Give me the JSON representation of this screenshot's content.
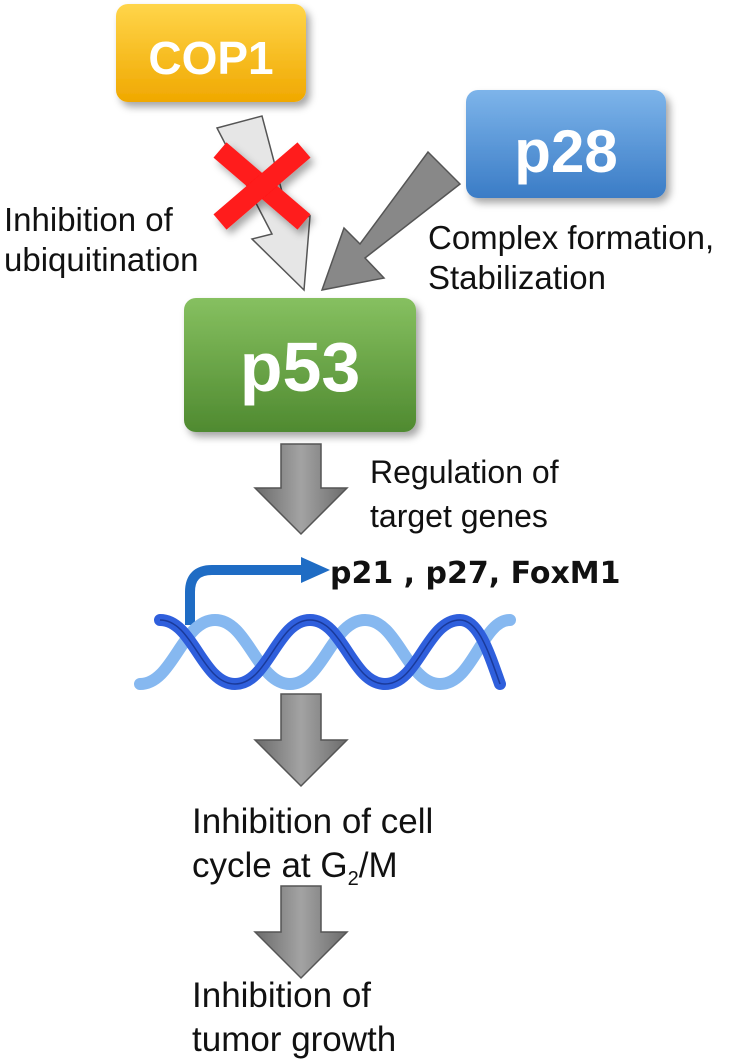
{
  "nodes": {
    "cop1": "COP1",
    "p28": "p28",
    "p53": "p53"
  },
  "labels": {
    "inhibition_ubiquitination": [
      "Inhibition of",
      "ubiquitination"
    ],
    "complex_formation": [
      "Complex formation,",
      "Stabilization"
    ],
    "regulation": [
      "Regulation of",
      "target genes"
    ],
    "target_genes": "p21 , p27, FoxM1",
    "cell_cycle": {
      "line1": "Inhibition of cell",
      "line2_prefix": "cycle at G",
      "line2_sub": "2",
      "line2_suffix": "/M"
    },
    "tumor_growth": [
      "Inhibition of",
      "tumor growth"
    ]
  },
  "colors": {
    "cop1": "#f5b800",
    "p28": "#4a8fd6",
    "p53": "#5e9c3c",
    "inhibit_x": "#ff1a1a",
    "arrow_gray": "#808080",
    "dna_dark": "#2f5fdc",
    "dna_light": "#86b8f0",
    "transcription_arrow": "#1f6cc4"
  }
}
